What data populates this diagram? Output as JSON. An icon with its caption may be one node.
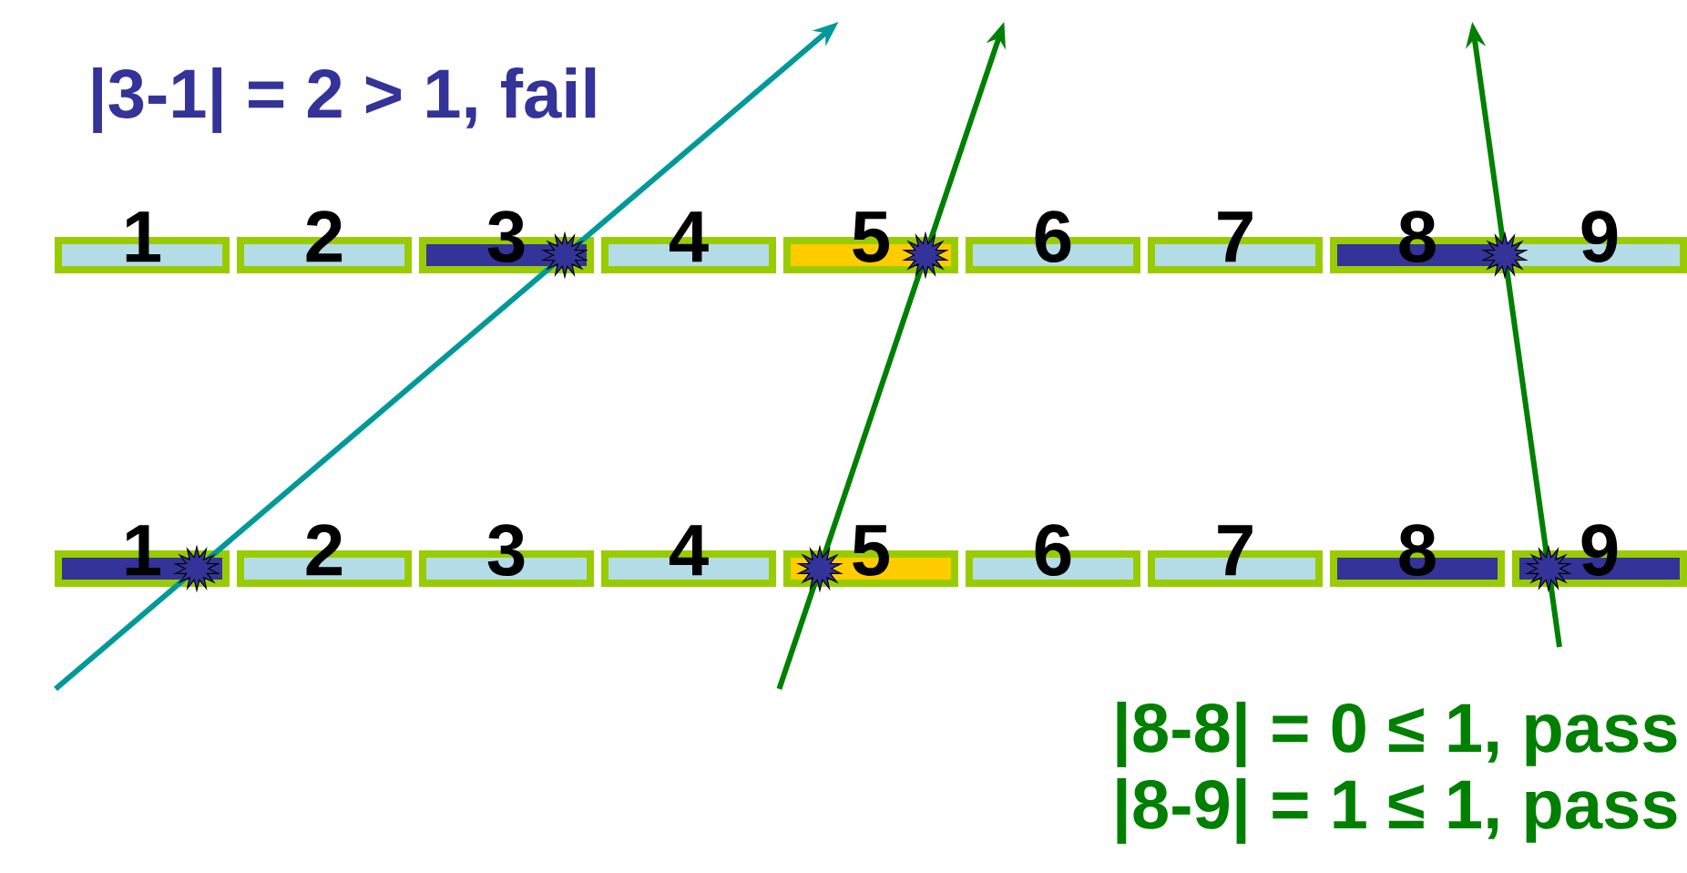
{
  "diagram": {
    "nodes": [
      {
        "text": [
          "1"
        ]
      },
      {
        "text": [
          "2"
        ]
      },
      {
        "text": [
          "3"
        ]
      },
      {
        "text": [
          "4"
        ]
      },
      {
        "text": [
          "5"
        ]
      },
      {
        "text": [
          "6"
        ]
      },
      {
        "text": [
          "7"
        ]
      },
      {
        "text": [
          "8"
        ]
      },
      {
        "text": [
          "9"
        ]
      },
      {
        "text": [
          "1"
        ]
      },
      {
        "text": [
          "2"
        ]
      },
      {
        "text": [
          "3"
        ]
      },
      {
        "text": [
          "4"
        ]
      },
      {
        "text": [
          "5"
        ]
      },
      {
        "text": [
          "6"
        ]
      },
      {
        "text": [
          "7"
        ]
      },
      {
        "text": [
          "8"
        ]
      },
      {
        "text": [
          "9"
        ]
      }
    ],
    "edges": [
      {
        "from": null,
        "to": 9,
        "arrow": "none",
        "color": "#009999"
      },
      {
        "from": 9,
        "to": 2,
        "arrow": "none",
        "color": "#009999"
      },
      {
        "from": 2,
        "to": null,
        "arrow": "to",
        "color": "#009999"
      },
      {
        "from": null,
        "to": 13,
        "arrow": "none"
      },
      {
        "from": 13,
        "to": 4,
        "arrow": "none"
      },
      {
        "from": 4,
        "to": null,
        "arrow": "to"
      },
      {
        "from": null,
        "to": 17,
        "arrow": "none"
      },
      {
        "from": 17,
        "to": 7,
        "arrow": "none"
      },
      {
        "from": 7,
        "to": null,
        "arrow": "to"
      }
    ],
    "labels": [
      "|3-1| = 2  > 1,  fail",
      "|8-8| = 0 ≤ 1, pass",
      "|8-9| = 1 ≤ 1, pass"
    ]
  }
}
